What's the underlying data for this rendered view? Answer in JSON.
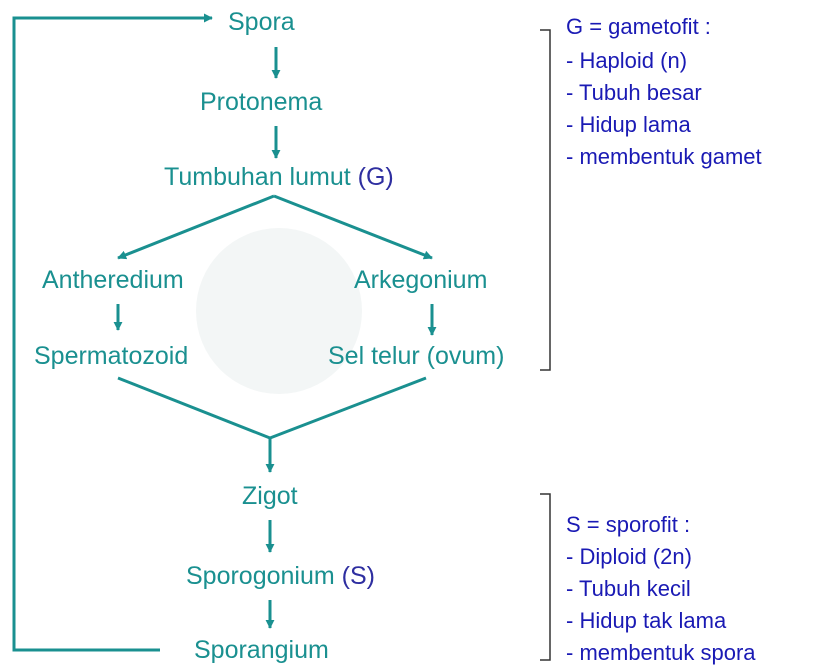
{
  "diagram": {
    "nodes": {
      "spora": "Spora",
      "protonema": "Protonema",
      "tumbuhan_lumut": "Tumbuhan lumut",
      "tumbuhan_lumut_tag": "(G)",
      "antheredium": "Antheredium",
      "arkegonium": "Arkegonium",
      "spermatozoid": "Spermatozoid",
      "sel_telur": "Sel telur (ovum)",
      "zigot": "Zigot",
      "sporogonium": "Sporogonium",
      "sporogonium_tag": "(S)",
      "sporangium": "Sporangium"
    },
    "gametofit": {
      "heading": "G = gametofit :",
      "items": [
        "- Haploid (n)",
        "- Tubuh besar",
        "- Hidup lama",
        "- membentuk gamet"
      ]
    },
    "sporofit": {
      "heading": "S = sporofit :",
      "items": [
        "- Diploid (2n)",
        "- Tubuh kecil",
        "- Hidup tak lama",
        "- membentuk spora"
      ]
    },
    "colors": {
      "node_text": "#1a9090",
      "arrow": "#1a9090",
      "tag_text": "#2e2ea0",
      "info_text": "#1a1ab4",
      "bracket": "#333333"
    }
  }
}
